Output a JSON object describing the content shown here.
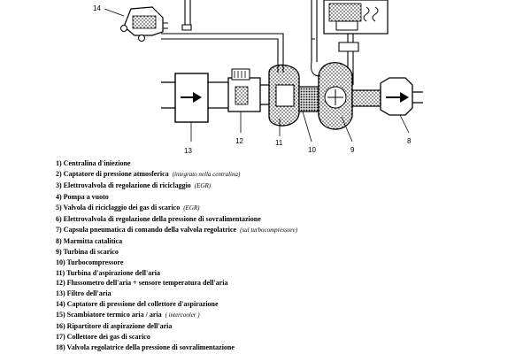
{
  "diagram": {
    "callouts": [
      "14",
      "13",
      "12",
      "11",
      "10",
      "9",
      "8"
    ]
  },
  "legend": [
    {
      "text": "1) Centralina d'iniezione",
      "note": ""
    },
    {
      "text": "2) Captatore di pressione atmosferica",
      "note": "(integrato nella centralina)"
    },
    {
      "text": "3) Elettrovalvola di regolazione di riciclaggio",
      "note": "(EGR)"
    },
    {
      "text": "4) Pompa a vuoto",
      "note": ""
    },
    {
      "text": "5) Valvola di riciclaggio dei gas di scarico",
      "note": "(EGR)"
    },
    {
      "text": "6) Elettrovalvola di regolazione della pressione di sovralimentazione",
      "note": ""
    },
    {
      "text": "7) Capsula pneumatica di comando della valvola regolatrice",
      "note": "(sul turbocompressore)"
    },
    {
      "text": "8) Marmitta catalitica",
      "note": ""
    },
    {
      "text": "9) Turbina di scarico",
      "note": ""
    },
    {
      "text": "10) Turbocompressore",
      "note": ""
    },
    {
      "text": "11) Turbina d'aspirazione dell'aria",
      "note": ""
    },
    {
      "text": "12) Flussometro dell'aria + sensore temperatura dell'aria",
      "note": ""
    },
    {
      "text": "13) Filtro dell'aria",
      "note": ""
    },
    {
      "text": "14) Captatore di pressione del collettore d'aspirazione",
      "note": ""
    },
    {
      "text": "15) Scambiatore termico aria / aria",
      "note": "( intercooler )"
    },
    {
      "text": "16) Ripartitore di aspirazione dell'aria",
      "note": ""
    },
    {
      "text": "17) Collettore dei gas di scarico",
      "note": ""
    },
    {
      "text": "18) Valvola regolatrice della pressione di sovralimentazione",
      "note": ""
    }
  ]
}
